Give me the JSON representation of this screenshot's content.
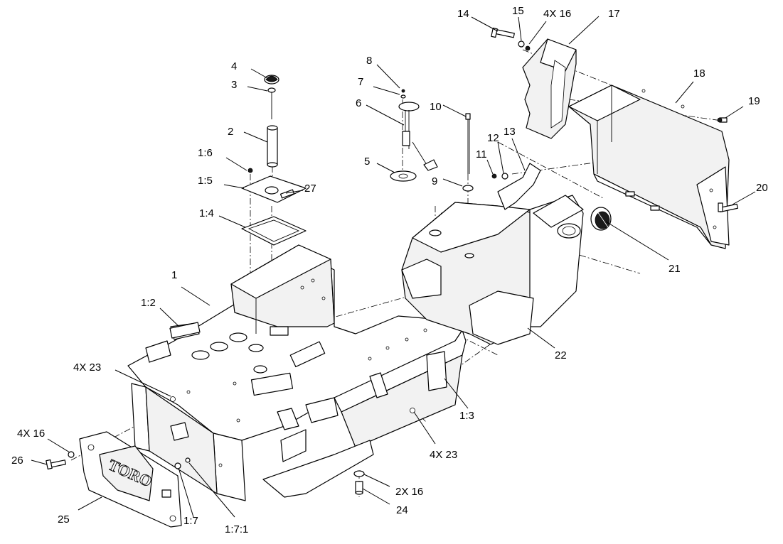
{
  "callouts": {
    "c1": "1",
    "c1_2": "1:2",
    "c1_3": "1:3",
    "c1_4": "1:4",
    "c1_5": "1:5",
    "c1_6": "1:6",
    "c1_7": "1:7",
    "c1_7_1": "1:7:1",
    "c2": "2",
    "c3": "3",
    "c4": "4",
    "c5": "5",
    "c6": "6",
    "c7": "7",
    "c8": "8",
    "c9": "9",
    "c10": "10",
    "c11": "11",
    "c12": "12",
    "c13": "13",
    "c14": "14",
    "c15": "15",
    "c16_top": "4X 16",
    "c16_left": "4X 16",
    "c16_bottom": "2X 16",
    "c17": "17",
    "c18": "18",
    "c19": "19",
    "c20": "20",
    "c21": "21",
    "c22": "22",
    "c23_left": "4X 23",
    "c23_right": "4X 23",
    "c24": "24",
    "c25": "25",
    "c26": "26",
    "c27": "27"
  },
  "logo": {
    "text": "TORO"
  }
}
